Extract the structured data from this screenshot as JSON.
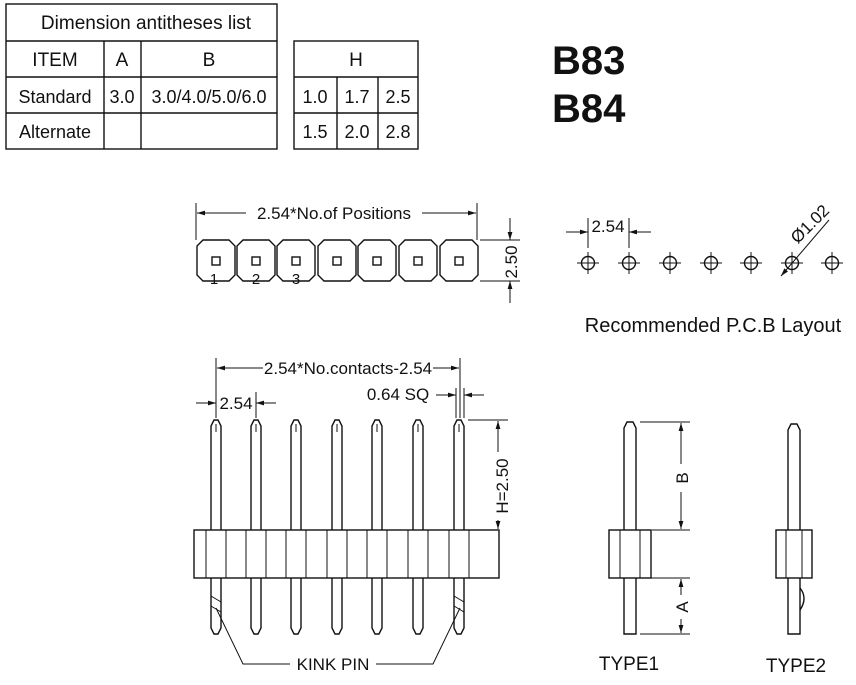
{
  "dim_table": {
    "title": "Dimension antitheses list",
    "headers": [
      "ITEM",
      "A",
      "B"
    ],
    "rows": [
      [
        "Standard",
        "3.0",
        "3.0/4.0/5.0/6.0"
      ],
      [
        "Alternate",
        "",
        ""
      ]
    ]
  },
  "h_table": {
    "header": "H",
    "rows": [
      [
        "1.0",
        "1.7",
        "2.5"
      ],
      [
        "1.5",
        "2.0",
        "2.8"
      ]
    ]
  },
  "part_numbers": [
    "B83",
    "B84"
  ],
  "top_view": {
    "length_label": "2.54*No.of Positions",
    "height_label": "2.50",
    "position_numbers": [
      "1",
      "2",
      "3"
    ]
  },
  "pcb_layout": {
    "pitch_label": "2.54",
    "hole_label": "Ø1.02",
    "caption": "Recommended P.C.B Layout"
  },
  "front_view": {
    "span_label": "2.54*No.contacts-2.54",
    "pitch_label": "2.54",
    "pin_label": "0.64 SQ",
    "height_label": "H=2.50",
    "kink_label": "KINK PIN"
  },
  "side_views": {
    "b_label": "B",
    "a_label": "A",
    "type1": "TYPE1",
    "type2": "TYPE2"
  }
}
